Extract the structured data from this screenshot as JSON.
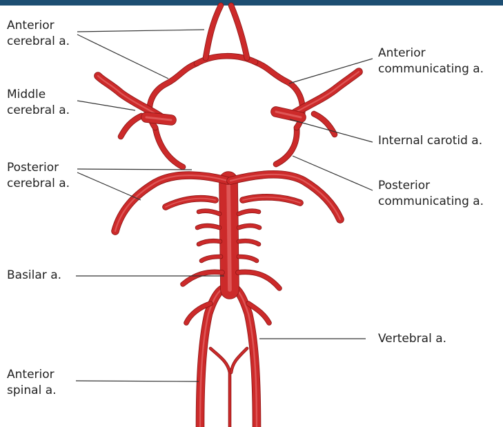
{
  "colors": {
    "top_bar": "#1d4e72",
    "vessel": "#cc2a2a",
    "vessel_dark": "#8a1414",
    "vessel_highlight": "#ec7a7a",
    "leader": "#333333",
    "text": "#222222"
  },
  "labels": {
    "anterior_cerebral": [
      "Anterior",
      "cerebral a."
    ],
    "middle_cerebral": [
      "Middle",
      "cerebral a."
    ],
    "posterior_cerebral": [
      "Posterior",
      "cerebral  a."
    ],
    "basilar": [
      "Basilar a."
    ],
    "anterior_spinal": [
      "Anterior",
      "spinal a."
    ],
    "anterior_communicating": [
      "Anterior",
      "communicating a."
    ],
    "internal_carotid": [
      "Internal carotid a."
    ],
    "posterior_communicating": [
      "Posterior",
      "communicating a."
    ],
    "vertebral": [
      "Vertebral a."
    ]
  }
}
